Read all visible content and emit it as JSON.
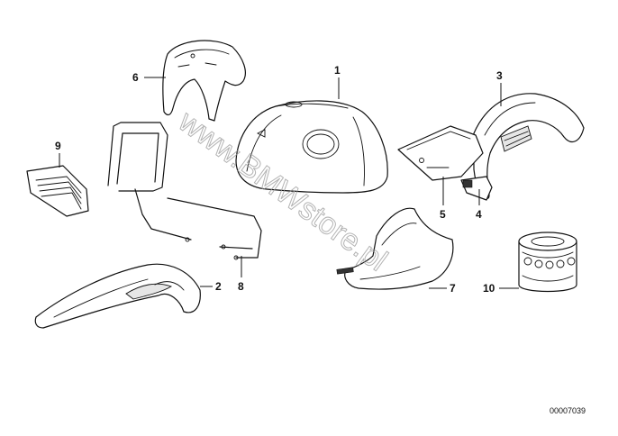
{
  "callouts": [
    "1",
    "2",
    "3",
    "4",
    "5",
    "6",
    "7",
    "8",
    "9",
    "10"
  ],
  "reference_number": "00007039",
  "watermark": "www.BMWstore.pl",
  "colors": {
    "line": "#111111",
    "fill": "#ffffff",
    "watermark": "#9a9a9a"
  }
}
